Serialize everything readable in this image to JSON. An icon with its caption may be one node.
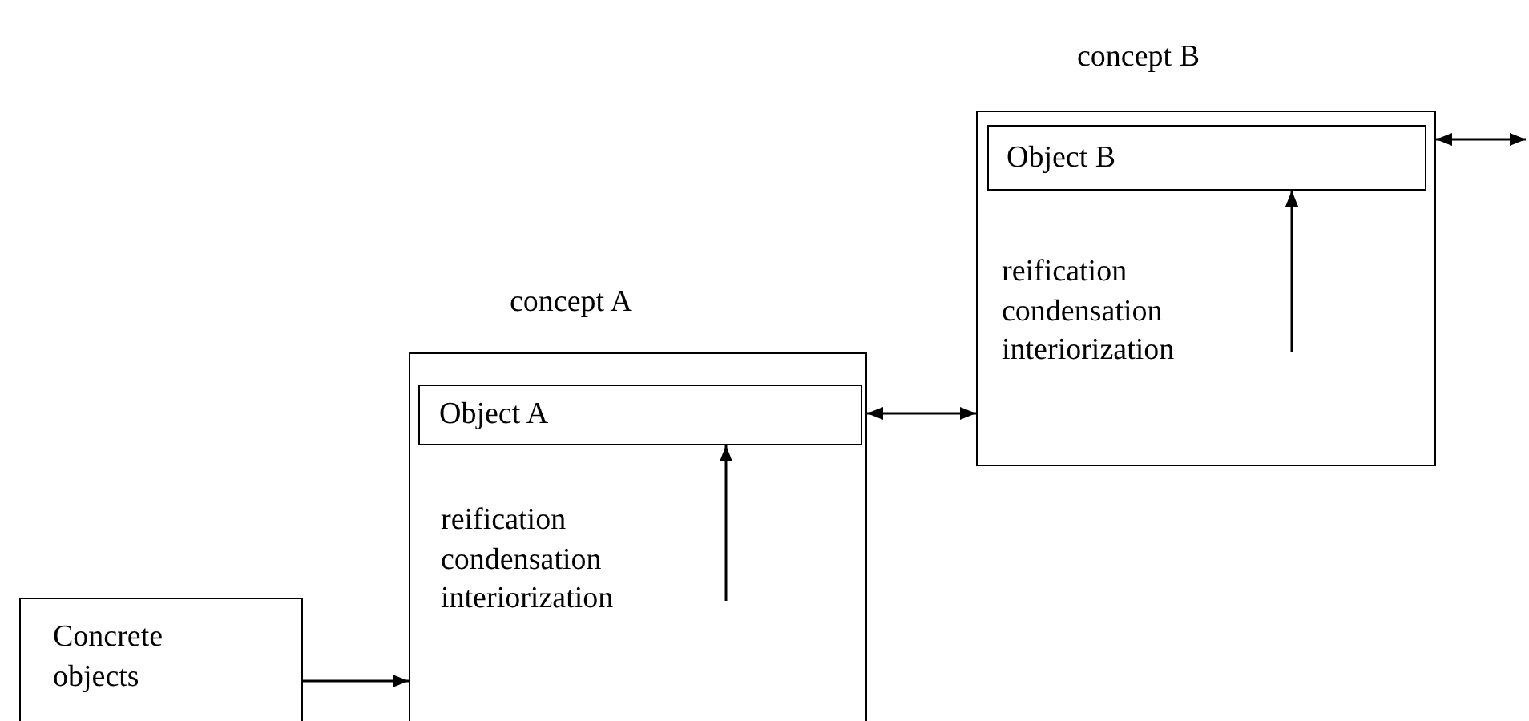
{
  "diagram": {
    "nodes": [
      {
        "text": [
          "concept A",
          "reification condensation interiorization"
        ]
      },
      {
        "text": [
          "Object A"
        ],
        "in": 0
      },
      {
        "text": [
          "concept B",
          "reification condensation interiorization"
        ]
      },
      {
        "text": [
          "Object B"
        ],
        "in": 2
      },
      {
        "text": [
          "Concrete objects"
        ]
      }
    ],
    "edges": [
      {
        "from": 4,
        "to": 0,
        "arrow": "to"
      },
      {
        "from": 0,
        "to": 2,
        "arrow": "both"
      },
      {
        "from": 2,
        "to": null,
        "arrow": "both"
      },
      {
        "from": null,
        "to": 1,
        "arrow": "to"
      },
      {
        "from": null,
        "to": 3,
        "arrow": "to"
      }
    ]
  }
}
